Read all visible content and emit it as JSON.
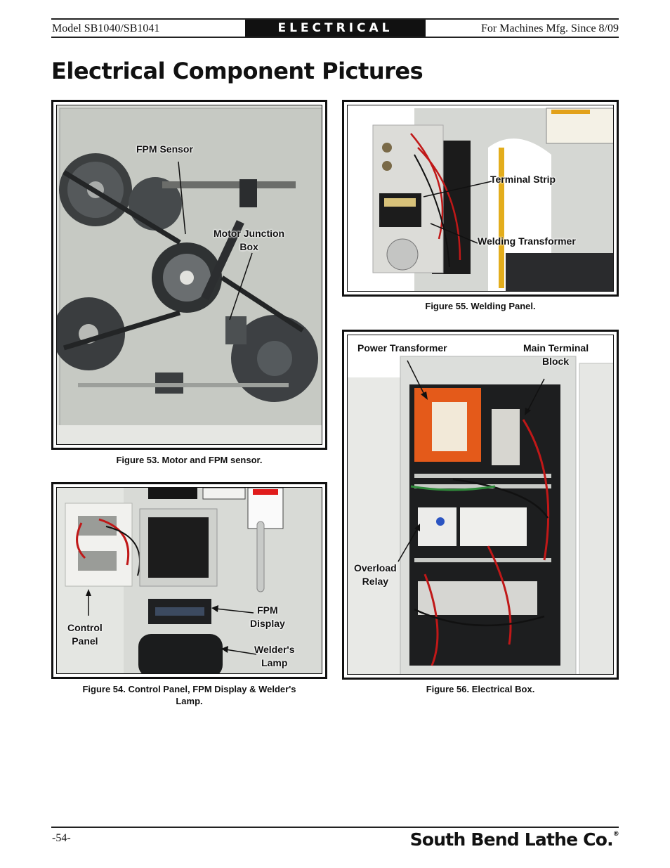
{
  "header": {
    "model": "Model SB1040/SB1041",
    "section": "ELECTRICAL",
    "mfg": "For Machines Mfg. Since 8/09"
  },
  "title": "Electrical Component Pictures",
  "figures": {
    "fig53": {
      "caption": "Figure 53. Motor and FPM sensor.",
      "labels": {
        "fpm_sensor": "FPM Sensor",
        "motor_junction_line1": "Motor Junction",
        "motor_junction_line2": "Box"
      }
    },
    "fig54": {
      "caption_line1": "Figure 54. Control Panel, FPM Display & Welder's",
      "caption_line2": "Lamp.",
      "labels": {
        "control_line1": "Control",
        "control_line2": "Panel",
        "fpm_line1": "FPM",
        "fpm_line2": "Display",
        "welder_line1": "Welder's",
        "welder_line2": "Lamp"
      }
    },
    "fig55": {
      "caption": "Figure 55. Welding Panel.",
      "labels": {
        "terminal_strip": "Terminal Strip",
        "welding_transformer": "Welding Transformer"
      }
    },
    "fig56": {
      "caption": "Figure 56. Electrical Box.",
      "labels": {
        "power_transformer": "Power Transformer",
        "main_terminal_line1": "Main Terminal",
        "main_terminal_line2": "Block",
        "overload_line1": "Overload",
        "overload_line2": "Relay"
      }
    }
  },
  "footer": {
    "page": "-54-",
    "logo": "South Bend Lathe Co.",
    "logo_mark": "®"
  }
}
